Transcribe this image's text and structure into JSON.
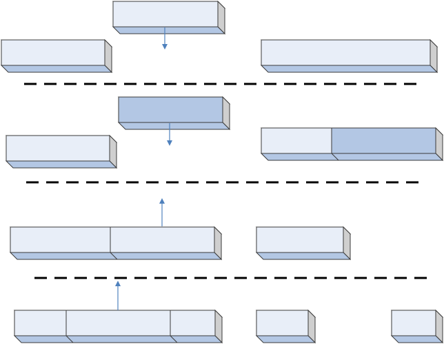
{
  "colors": {
    "light_face": "#e8eef8",
    "dark_face": "#b3c7e4",
    "top_face": "#ffffff",
    "side_face": "#cfcfcf",
    "bottom_face": "#b3c7e4",
    "outline": "#3a3a3a",
    "arrow": "#4f81bd",
    "separator": "#000000"
  },
  "diagram": {
    "separator_count": 3,
    "rows": [
      {
        "blocks": [
          {
            "segments": [
              {
                "fill": "light"
              }
            ]
          },
          {
            "segments": [
              {
                "fill": "light"
              }
            ]
          },
          {
            "segments": [
              {
                "fill": "light"
              }
            ]
          }
        ],
        "arrow": "down"
      },
      {
        "blocks": [
          {
            "segments": [
              {
                "fill": "dark"
              }
            ]
          },
          {
            "segments": [
              {
                "fill": "light"
              }
            ]
          },
          {
            "segments": [
              {
                "fill": "light"
              },
              {
                "fill": "dark"
              }
            ]
          }
        ],
        "arrow": "down"
      },
      {
        "blocks": [
          {
            "segments": [
              {
                "fill": "light"
              },
              {
                "fill": "light"
              }
            ]
          },
          {
            "segments": [
              {
                "fill": "light"
              }
            ]
          }
        ],
        "arrow": "up"
      },
      {
        "blocks": [
          {
            "segments": [
              {
                "fill": "light"
              },
              {
                "fill": "light"
              },
              {
                "fill": "light"
              }
            ]
          },
          {
            "segments": [
              {
                "fill": "light"
              }
            ]
          },
          {
            "segments": [
              {
                "fill": "light"
              }
            ]
          }
        ],
        "arrow": "up"
      }
    ]
  }
}
